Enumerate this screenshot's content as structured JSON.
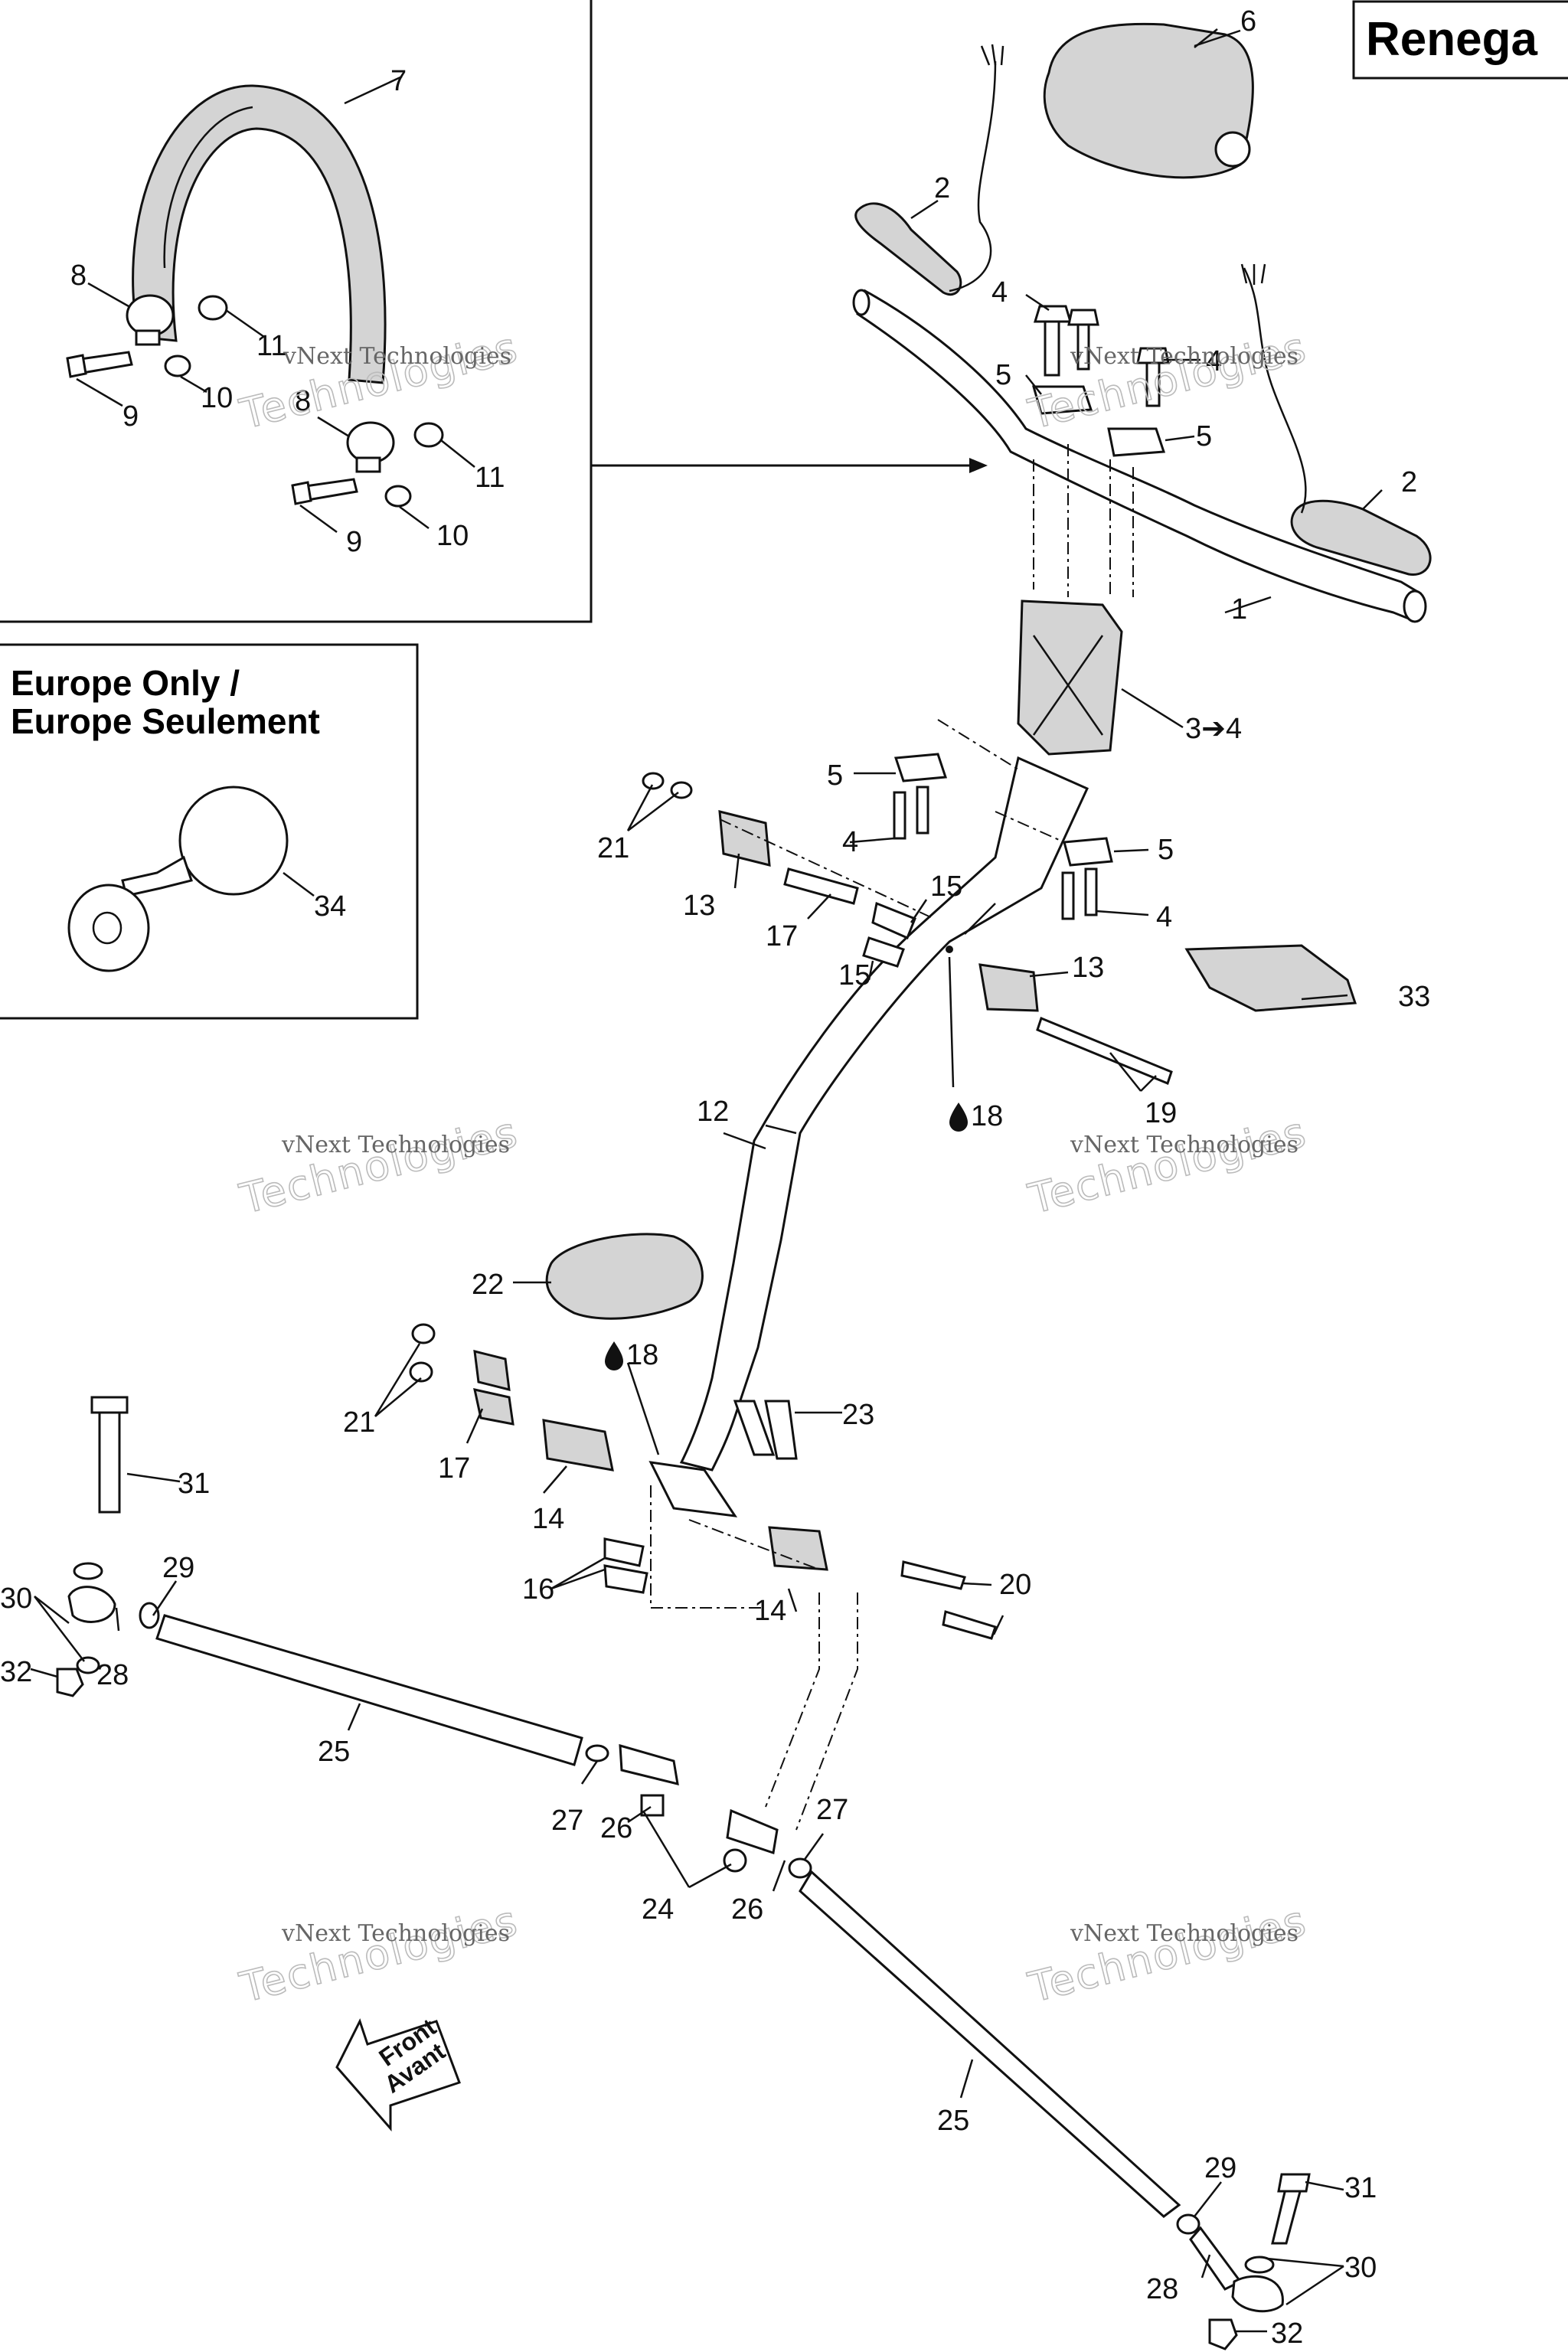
{
  "title": "Renega",
  "europe_box": {
    "line1": "Europe Only /",
    "line2": "Europe Seulement"
  },
  "watermark": {
    "line1": "vNext Technologies",
    "line2": "Technologies"
  },
  "front_arrow": {
    "line1": "Front",
    "line2": "Avant"
  },
  "callouts": {
    "c1": "1",
    "c2a": "2",
    "c2b": "2",
    "c3": "3➔4",
    "c4a": "4",
    "c4b": "4",
    "c4c": "4",
    "c4d": "4",
    "c5a": "5",
    "c5b": "5",
    "c5c": "5",
    "c5d": "5",
    "c6": "6",
    "c7": "7",
    "c8a": "8",
    "c8b": "8",
    "c9a": "9",
    "c9b": "9",
    "c10a": "10",
    "c10b": "10",
    "c11a": "11",
    "c11b": "11",
    "c12": "12",
    "c13a": "13",
    "c13b": "13",
    "c14a": "14",
    "c14b": "14",
    "c15a": "15",
    "c15b": "15",
    "c16": "16",
    "c17a": "17",
    "c17b": "17",
    "c18a": "18",
    "c18b": "18",
    "c19": "19",
    "c20": "20",
    "c21a": "21",
    "c21b": "21",
    "c22": "22",
    "c23": "23",
    "c24": "24",
    "c25a": "25",
    "c25b": "25",
    "c26a": "26",
    "c26b": "26",
    "c27a": "27",
    "c27b": "27",
    "c28a": "28",
    "c28b": "28",
    "c29a": "29",
    "c29b": "29",
    "c30a": "30",
    "c30b": "30",
    "c31a": "31",
    "c31b": "31",
    "c32a": "32",
    "c32b": "32",
    "c33": "33",
    "c34": "34"
  }
}
